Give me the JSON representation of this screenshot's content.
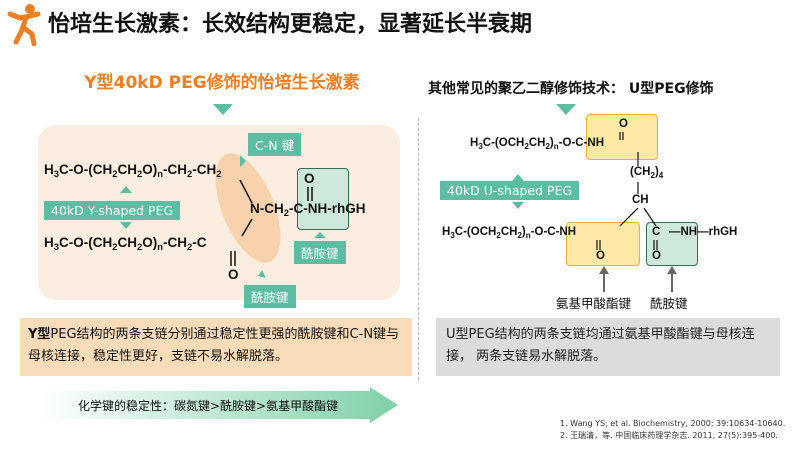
{
  "title": "怡培生长激素：长效结构更稳定，显著延长半衰期",
  "left": {
    "heading": "Y型40kD PEG修饰的怡培生长激素",
    "formula_top": [
      "H",
      "3",
      "C-O-(CH",
      "2",
      "CH",
      "2",
      "O)",
      "n",
      "-CH",
      "2",
      "-CH",
      "2"
    ],
    "formula_bottom": [
      "H",
      "3",
      "C-O-(CH",
      "2",
      "CH",
      "2",
      "O)",
      "n",
      "-CH",
      "2",
      "-C"
    ],
    "n_ch2": [
      "N-CH",
      "2",
      "-C-NH-rhGH"
    ],
    "carbonyl_o_top": "O",
    "carbonyl_o_bottom": "O",
    "tag_cn": "C-N 键",
    "tag_y": "40kD Y-shaped PEG",
    "tag_amide_right": "酰胺键",
    "tag_amide_bottom": "酰胺键",
    "desc_bold": "Y型",
    "desc_rest": "PEG结构的两条支链分别通过稳定性更强的酰胺键和C-N键与母核连接，稳定性更好，支链不易水解脱落。"
  },
  "right": {
    "heading": "其他常见的聚乙二醇修饰技术： U型PEG修饰",
    "formula_top": "H3C-(OCH2CH2)n-O-C-NH",
    "formula_bottom": "H3C-(OCH2CH2)n-O-C-NH",
    "ch2_4": "(CH2)4",
    "ch": "CH",
    "nh_rhgh": "NH-rhGH",
    "c_label": "C",
    "o_label": "O",
    "tag_u": "40kD U-shaped PEG",
    "label_carbamate": "氨基甲酸酯键",
    "label_amide": "酰胺键",
    "desc": "U型PEG结构的两条支链均通过氨基甲酸酯键与母核连接，  两条支链易水解脱落。"
  },
  "stability": "化学键的稳定性：碳氮键>酰胺键>氨基甲酸酯键",
  "references": [
    "1.   Wang YS, et al. Biochemistry, 2000; 39:10634-10640.",
    "2.   王瑞清，等. 中国临床药理学杂志. 2011, 27(5):395-400."
  ],
  "colors": {
    "accent_orange": "#f07e22",
    "teal": "#5dbda3",
    "yellow_box": "#fde9a5",
    "green_box": "#cfe8dc"
  }
}
